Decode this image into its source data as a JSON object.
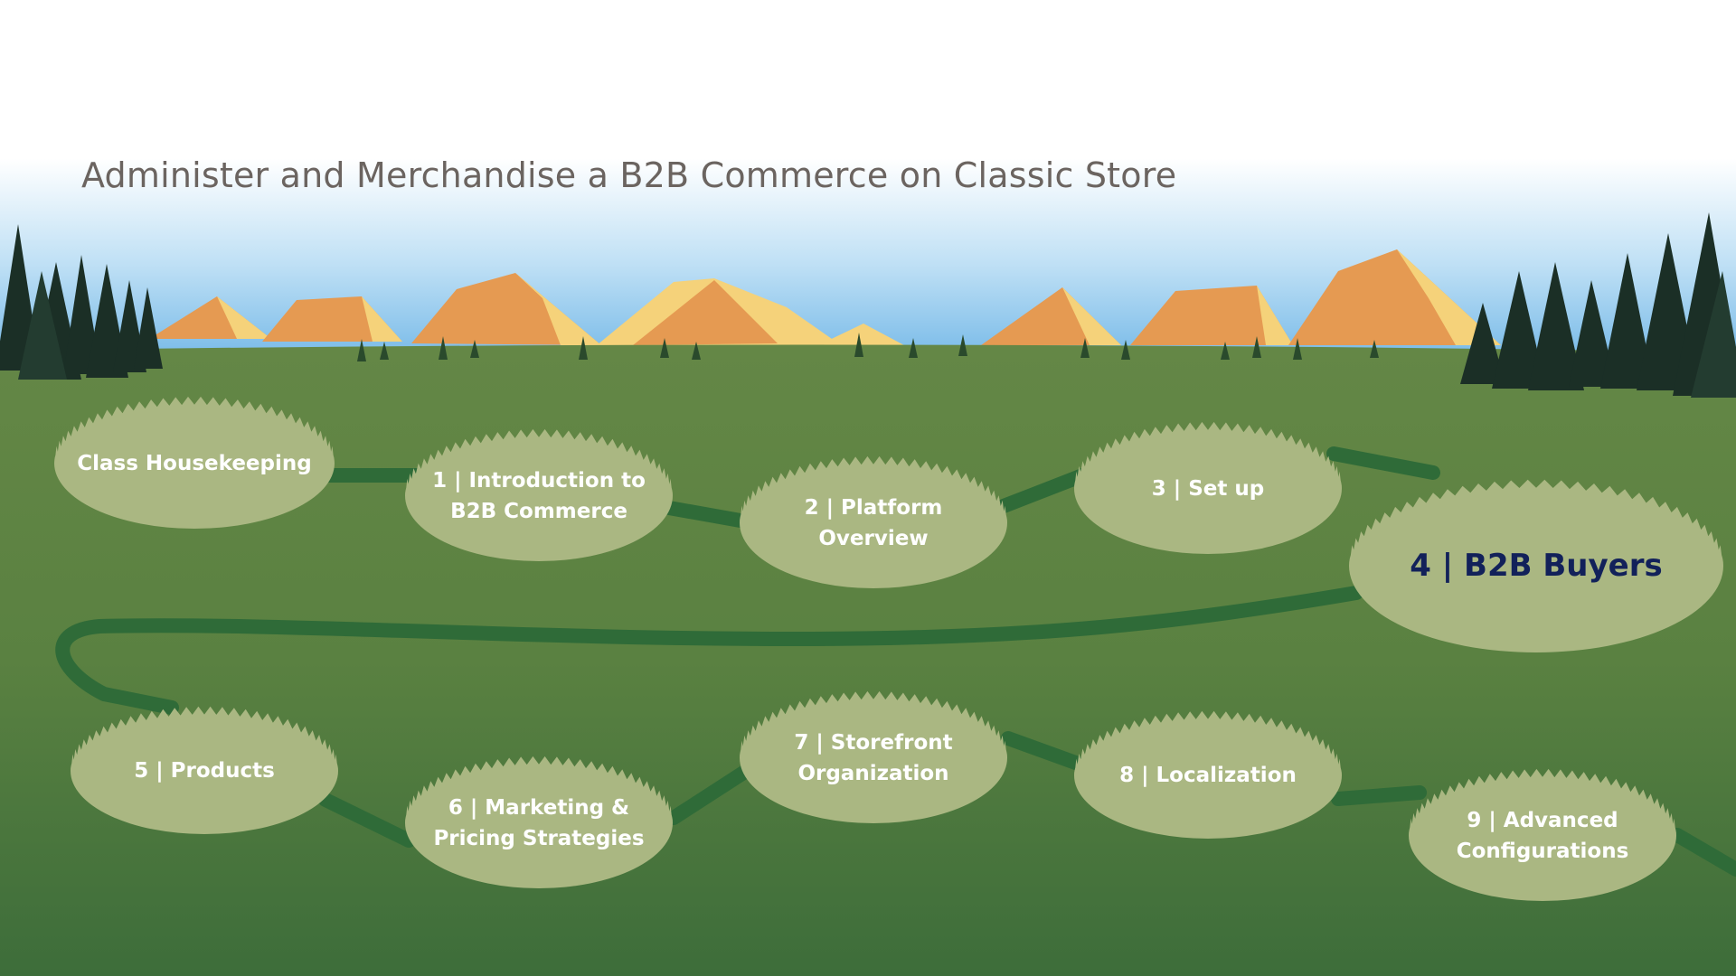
{
  "title": "Administer and Merchandise a B2B Commerce on Classic Store",
  "current_module": "4 | B2B Buyers",
  "modules": [
    {
      "label": "Class Housekeeping"
    },
    {
      "label": "1 | Introduction to\nB2B Commerce"
    },
    {
      "label": "2 | Platform\nOverview"
    },
    {
      "label": "3 | Set up"
    },
    {
      "label": "4 | B2B Buyers"
    },
    {
      "label": "5 | Products"
    },
    {
      "label": "6 | Marketing &\nPricing Strategies"
    },
    {
      "label": "7 | Storefront\nOrganization"
    },
    {
      "label": "8 | Localization"
    },
    {
      "label": "9 | Advanced\nConfigurations"
    }
  ],
  "colors": {
    "sky_top": "#ffffff",
    "sky_bottom": "#7dbde9",
    "meadow_top": "#5f8442",
    "meadow_bottom": "#3e6e3a",
    "node_fill": "#aab782",
    "path": "#2f6b38",
    "mountain_orange": "#e59a52",
    "mountain_yellow": "#f5d27a",
    "tree": "#1b2f26",
    "current_text": "#12215a"
  }
}
